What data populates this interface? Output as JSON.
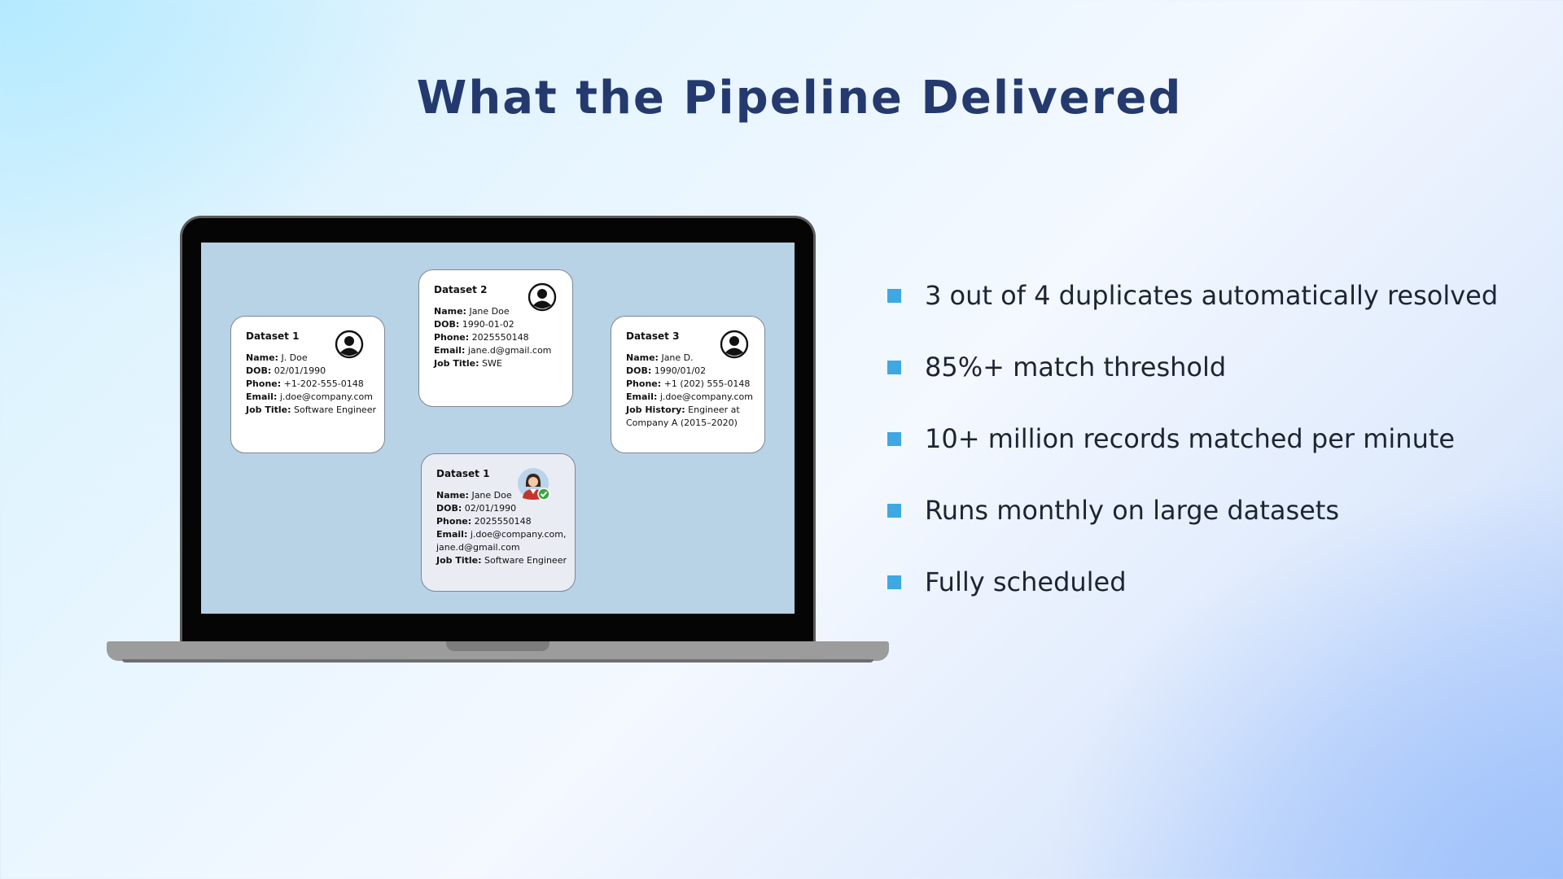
{
  "title": "What the Pipeline Delivered",
  "colors": {
    "title": "#243a6e",
    "bullet_marker": "#3fa7e1",
    "screen_background": "#b8d2e6",
    "merged_card_background": "#eaecf3"
  },
  "cards": [
    {
      "title": "Dataset 1",
      "avatar": "user-icon",
      "fields": [
        {
          "label": "Name:",
          "value": " J. Doe"
        },
        {
          "label": "DOB:",
          "value": " 02/01/1990"
        },
        {
          "label": "Phone:",
          "value": " +1-202-555-0148"
        },
        {
          "label": "Email:",
          "value": " j.doe@company.com"
        },
        {
          "label": "Job Title:",
          "value": " Software Engineer"
        }
      ]
    },
    {
      "title": "Dataset 2",
      "avatar": "user-icon",
      "fields": [
        {
          "label": "Name:",
          "value": " Jane Doe"
        },
        {
          "label": "DOB:",
          "value": " 1990-01-02"
        },
        {
          "label": "Phone:",
          "value": " 2025550148"
        },
        {
          "label": "Email:",
          "value": " jane.d@gmail.com"
        },
        {
          "label": "Job Title:",
          "value": " SWE"
        }
      ]
    },
    {
      "title": "Dataset 3",
      "avatar": "user-icon",
      "fields": [
        {
          "label": "Name:",
          "value": " Jane D."
        },
        {
          "label": "DOB:",
          "value": " 1990/01/02"
        },
        {
          "label": "Phone:",
          "value": " +1 (202) 555-0148"
        },
        {
          "label": "Email:",
          "value": " j.doe@company.com"
        },
        {
          "label": "Job History:",
          "value": " Engineer at Company A (2015–2020)"
        }
      ]
    },
    {
      "title": "Dataset 1",
      "avatar": "verified-woman-avatar-icon",
      "fields": [
        {
          "label": "Name:",
          "value": " Jane Doe"
        },
        {
          "label": "DOB:",
          "value": " 02/01/1990"
        },
        {
          "label": "Phone:",
          "value": " 2025550148"
        },
        {
          "label": "Email:",
          "value": " j.doe@company.com, jane.d@gmail.com"
        },
        {
          "label": "Job Title:",
          "value": " Software Engineer"
        }
      ]
    }
  ],
  "bullets": [
    "3 out of 4 duplicates automatically resolved",
    "85%+ match threshold",
    "10+ million records matched per minute",
    "Runs monthly on large datasets",
    "Fully scheduled"
  ]
}
